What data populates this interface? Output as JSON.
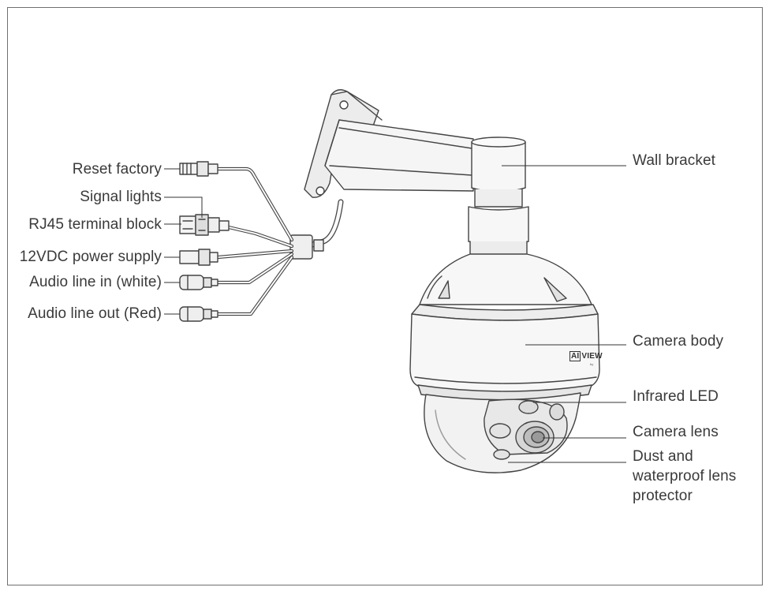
{
  "labels_left": {
    "reset": "Reset factory",
    "signal": "Signal lights",
    "rj45": "RJ45 terminal block",
    "power": "12VDC power supply",
    "audio_in": "Audio line in (white)",
    "audio_out": "Audio line out (Red)"
  },
  "labels_right": {
    "wall_bracket": "Wall bracket",
    "camera_body": "Camera body",
    "infrared_led": "Infrared LED",
    "camera_lens": "Camera lens",
    "dust_line1": "Dust and",
    "dust_line2": "waterproof lens",
    "dust_line3": "protector"
  },
  "brand": {
    "prefix": "AI",
    "name": "VIEW",
    "sub": "by"
  },
  "colors": {
    "line": "#444444",
    "fill_light": "#f4f4f4",
    "fill_mid": "#e6e6e6",
    "fill_dark": "#cfcfcf"
  }
}
